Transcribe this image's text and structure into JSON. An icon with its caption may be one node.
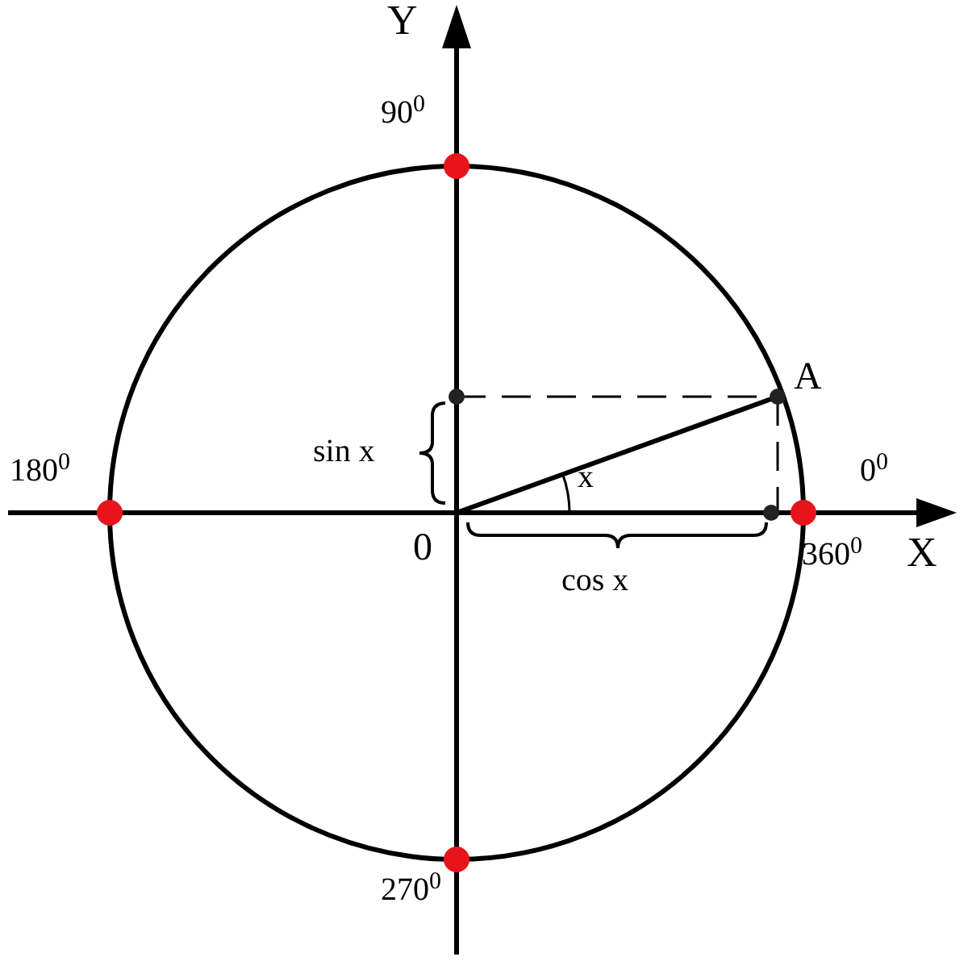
{
  "diagram": {
    "labels": [
      "Y",
      "90$^{0}$",
      "A",
      "sin x",
      "x",
      "180$^{0}$",
      "0$^{0}$",
      "0",
      "360$^{0}$",
      "X",
      "cos x",
      "270$^{0}$"
    ]
  }
}
